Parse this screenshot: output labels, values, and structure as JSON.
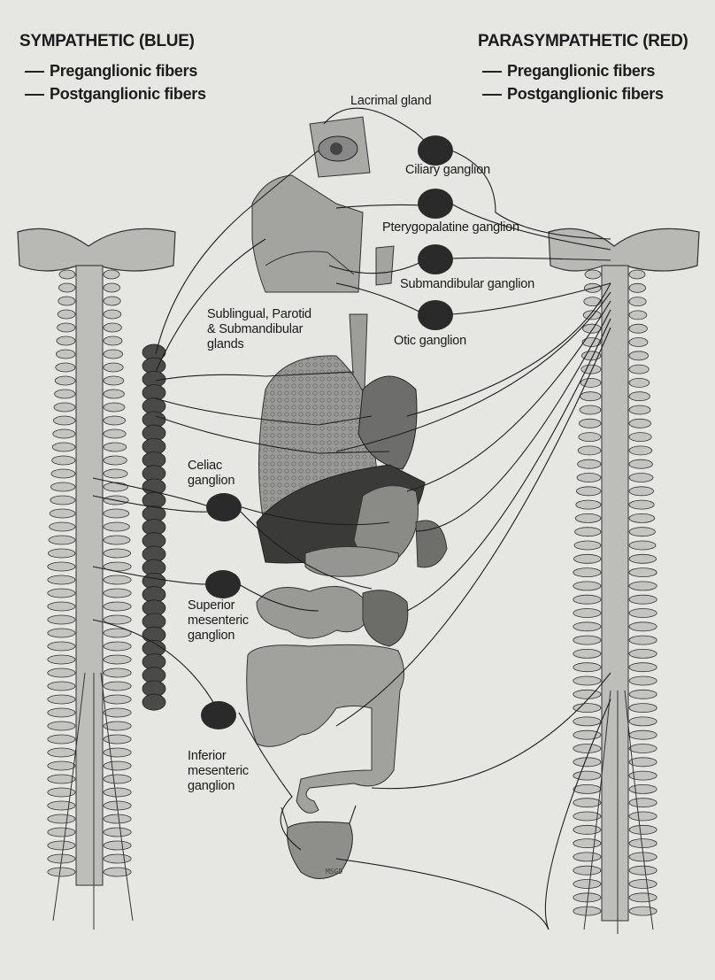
{
  "legend": {
    "sympathetic_title": "SYMPATHETIC (BLUE)",
    "sympathetic_pre": "Preganglionic fibers",
    "sympathetic_post": "Postganglionic fibers",
    "parasympathetic_title": "PARASYMPATHETIC (RED)",
    "parasympathetic_pre": "Preganglionic fibers",
    "parasympathetic_post": "Postganglionic fibers"
  },
  "labels": {
    "lacrimal": "Lacrimal gland",
    "ciliary": "Ciliary ganglion",
    "pterygopalatine": "Pterygopalatine ganglion",
    "submandibular": "Submandibular ganglion",
    "otic": "Otic ganglion",
    "salivary_1": "Sublingual, Parotid",
    "salivary_2": "& Submandibular",
    "salivary_3": "glands",
    "celiac_1": "Celiac",
    "celiac_2": "ganglion",
    "sup_mes_1": "Superior",
    "sup_mes_2": "mesenteric",
    "sup_mes_3": "ganglion",
    "inf_mes_1": "Inferior",
    "inf_mes_2": "mesenteric",
    "inf_mes_3": "ganglion"
  },
  "signature": "MSGD",
  "colors": {
    "background": "#e6e6e3",
    "ganglion": "#2a2a2a",
    "fiber": "#1e1e1e",
    "organ_fill": "#8c8c8a",
    "spine_fill": "#b5b5b2"
  }
}
